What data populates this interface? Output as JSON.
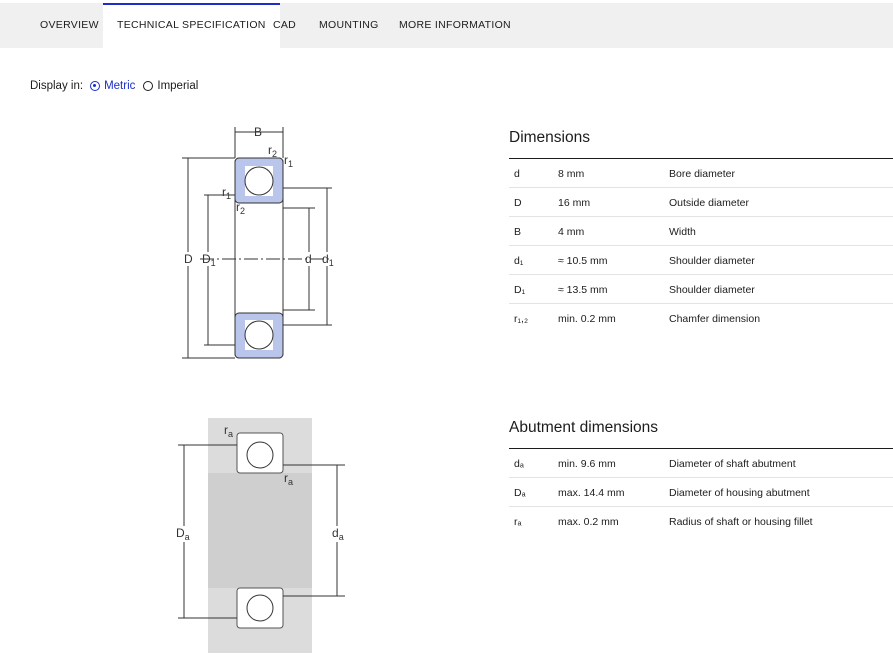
{
  "tabs": [
    {
      "label": "OVERVIEW"
    },
    {
      "label": "TECHNICAL SPECIFICATION"
    },
    {
      "label": "CAD"
    },
    {
      "label": "MOUNTING"
    },
    {
      "label": "MORE INFORMATION"
    }
  ],
  "display": {
    "label": "Display in:",
    "metric": "Metric",
    "imperial": "Imperial",
    "selected": "Metric"
  },
  "dimensions": {
    "title": "Dimensions",
    "rows": [
      {
        "symbol": "d",
        "value": "8 mm",
        "description": "Bore diameter"
      },
      {
        "symbol": "D",
        "value": "16 mm",
        "description": "Outside diameter"
      },
      {
        "symbol": "B",
        "value": "4 mm",
        "description": "Width"
      },
      {
        "symbol": "d₁",
        "value": "≈ 10.5 mm",
        "description": "Shoulder diameter"
      },
      {
        "symbol": "D₁",
        "value": "≈ 13.5 mm",
        "description": "Shoulder diameter"
      },
      {
        "symbol": "r₁,₂",
        "value": "min. 0.2 mm",
        "description": "Chamfer dimension"
      }
    ]
  },
  "abutment": {
    "title": "Abutment dimensions",
    "rows": [
      {
        "symbol": "dₐ",
        "value": "min. 9.6 mm",
        "description": "Diameter of shaft abutment"
      },
      {
        "symbol": "Dₐ",
        "value": "max. 14.4 mm",
        "description": "Diameter of housing abutment"
      },
      {
        "symbol": "rₐ",
        "value": "max. 0.2 mm",
        "description": "Radius of shaft or housing fillet"
      }
    ]
  },
  "drawing1": {
    "B": "B",
    "r2": "r",
    "r2sub": "2",
    "r1": "r",
    "r1sub": "1",
    "D": "D",
    "D1": "D",
    "D1sub": "1",
    "d": "d",
    "d1": "d",
    "d1sub": "1"
  },
  "drawing2": {
    "ra": "r",
    "rasub": "a",
    "Da": "D",
    "Dasub": "a",
    "da": "d",
    "dasub": "a"
  },
  "colors": {
    "accent": "#1c2ec7",
    "ring": "#b9c5ea",
    "housing": "#dcdcdc"
  }
}
